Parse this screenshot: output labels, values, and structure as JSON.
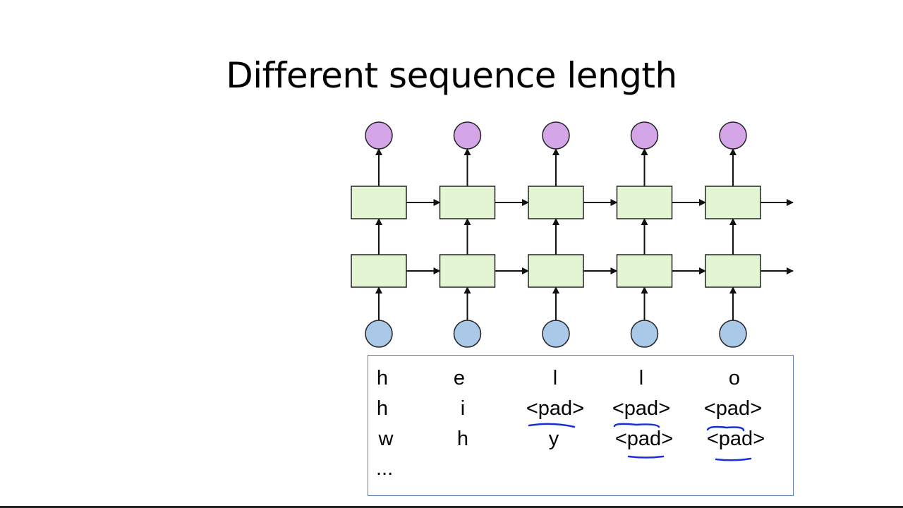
{
  "slide": {
    "title": "Different sequence length"
  },
  "diagram": {
    "layers": 2,
    "timesteps": 5,
    "colors": {
      "output_node": "#d4a6e8",
      "input_node": "#aac8e8",
      "cell": "#e4f5d4",
      "stroke": "#222222",
      "box_border": "#5b7fb5",
      "annotation": "#1a2fd6"
    }
  },
  "sequences": [
    [
      "h",
      "e",
      "l",
      "l",
      "o"
    ],
    [
      "h",
      "i",
      "<pad>",
      "<pad>",
      "<pad>"
    ],
    [
      "w",
      "h",
      "y",
      "<pad>",
      "<pad>"
    ],
    [
      "..."
    ]
  ]
}
